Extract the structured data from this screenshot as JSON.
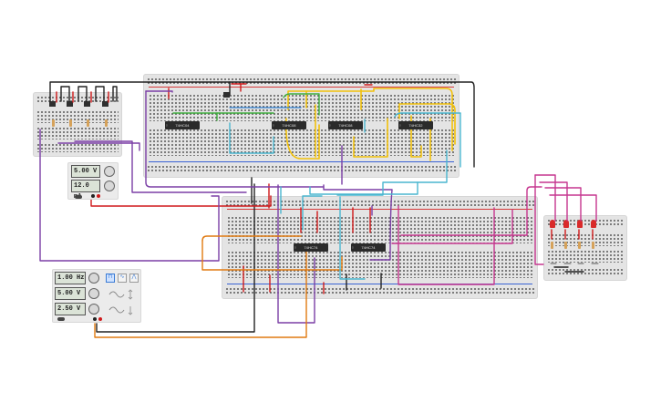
{
  "chips": [
    {
      "label": "74HC04"
    },
    {
      "label": "74HC08"
    },
    {
      "label": "74HC08"
    },
    {
      "label": "74HC32"
    },
    {
      "label": "74HC74"
    },
    {
      "label": "74HC74"
    }
  ],
  "power_supply": {
    "voltage": "5.00 V",
    "current": "12.0 mA"
  },
  "function_generator": {
    "frequency": "1.00 Hz",
    "amplitude": "5.00 V",
    "offset": "2.50 V",
    "selected_waveform": "square"
  },
  "colors": {
    "breadboard": "#e4e4e4",
    "chip": "#2b2b2b",
    "led": "#d92a2a",
    "wire_black": "#222222",
    "wire_red": "#d0191b",
    "wire_purple": "#7b3fa6",
    "wire_orange": "#e07a10",
    "wire_yellow": "#f2c10c",
    "wire_cyan": "#4ab6cf",
    "wire_green": "#3fae3f",
    "wire_magenta": "#c6368f"
  }
}
